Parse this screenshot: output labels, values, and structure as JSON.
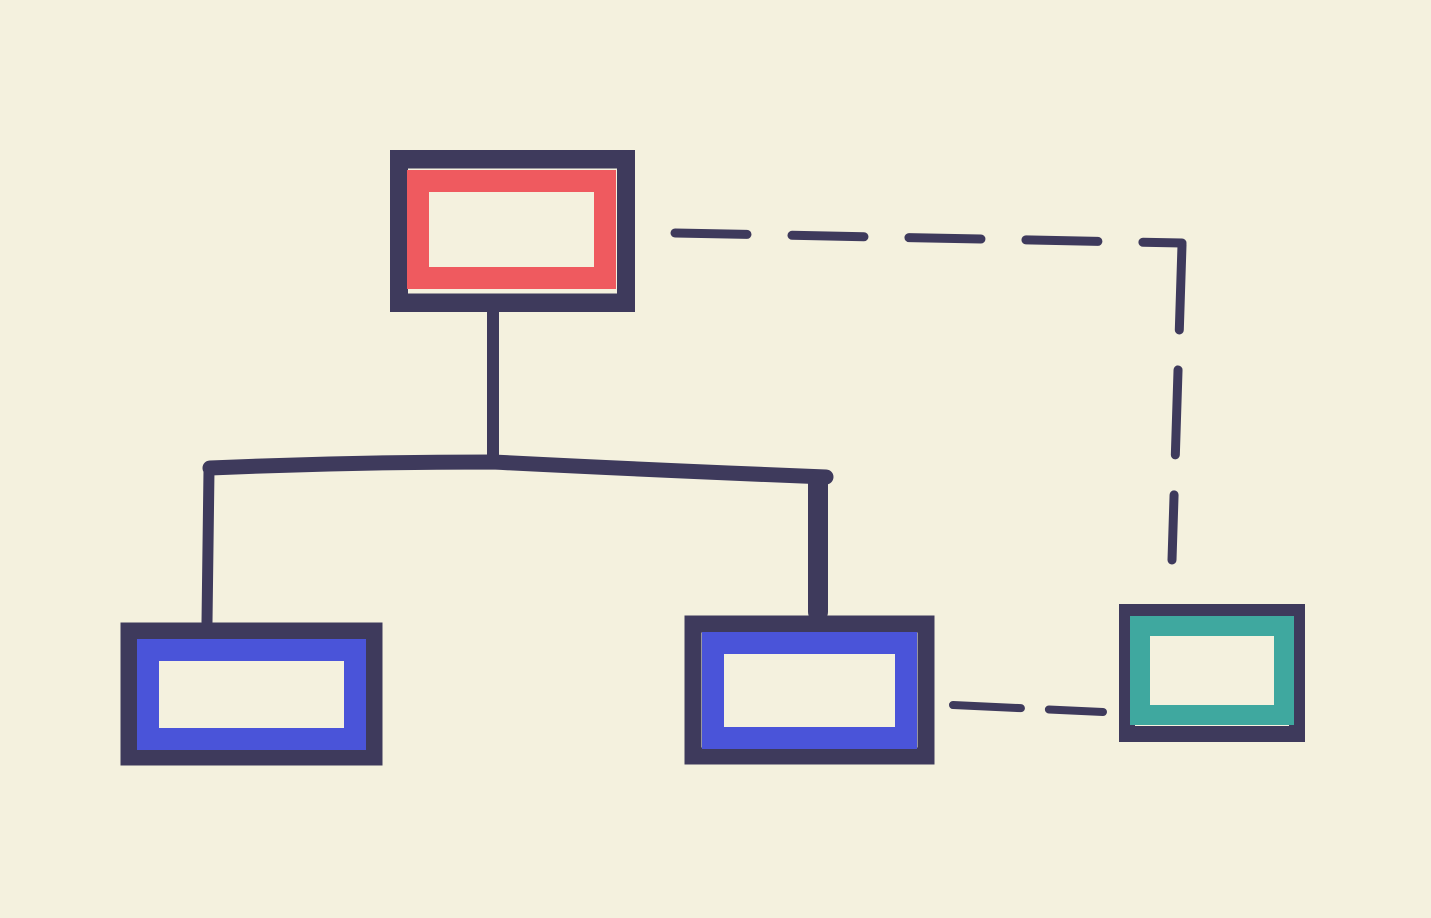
{
  "diagram": {
    "kind": "org-chart-sketch",
    "background_color": "#f4f1de",
    "ink_color": "#3e3a5c",
    "nodes": [
      {
        "id": "root",
        "role": "parent",
        "fill_color": "#ef5a5f"
      },
      {
        "id": "child-left",
        "role": "child",
        "fill_color": "#4a54d9"
      },
      {
        "id": "child-right",
        "role": "child",
        "fill_color": "#4a54d9"
      },
      {
        "id": "side",
        "role": "dotted-link",
        "fill_color": "#3fa89f"
      }
    ],
    "edges": [
      {
        "from": "root",
        "to": "child-left",
        "style": "solid"
      },
      {
        "from": "root",
        "to": "child-right",
        "style": "solid"
      },
      {
        "from": "root",
        "to": "side",
        "style": "dashed"
      },
      {
        "from": "child-right",
        "to": "side",
        "style": "dashed"
      }
    ]
  }
}
